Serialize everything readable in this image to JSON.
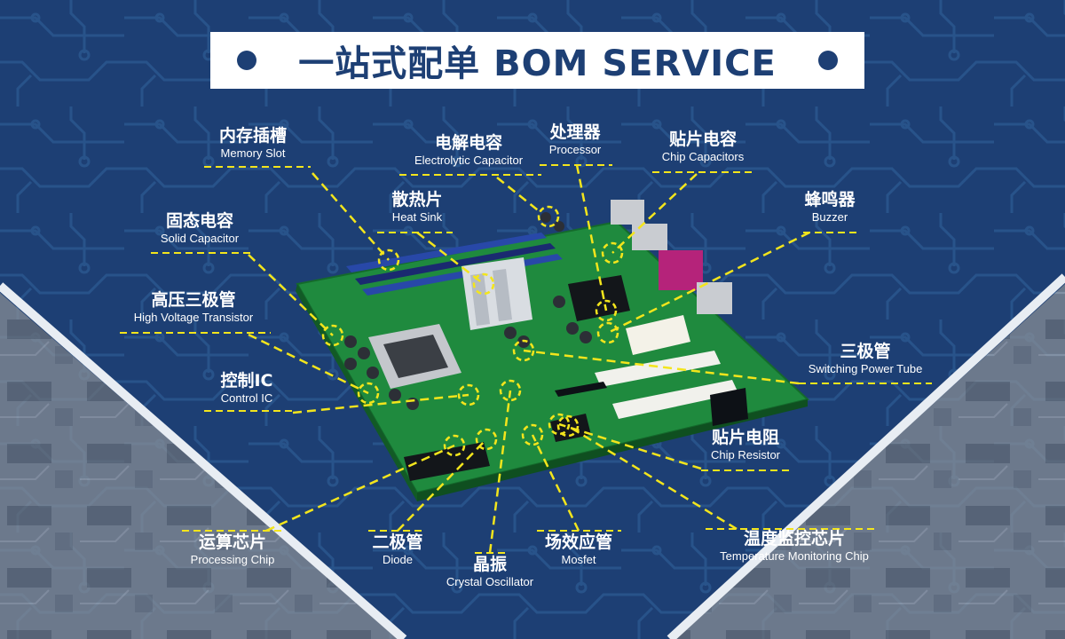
{
  "banner": {
    "title": "一站式配单 BOM SERVICE"
  },
  "colors": {
    "background": "#1d3f74",
    "circuit_trace": "#2d5a93",
    "banner": "#ffffff",
    "board": "#1c8a3c",
    "leader_line": "#f3e51c",
    "label_text": "#ffffff"
  },
  "components": [
    {
      "cn": "内存插槽",
      "en": "Memory Slot"
    },
    {
      "cn": "电解电容",
      "en": "Electrolytic Capacitor"
    },
    {
      "cn": "处理器",
      "en": "Processor"
    },
    {
      "cn": "贴片电容",
      "en": "Chip Capacitors"
    },
    {
      "cn": "散热片",
      "en": "Heat Sink"
    },
    {
      "cn": "蜂鸣器",
      "en": "Buzzer"
    },
    {
      "cn": "固态电容",
      "en": "Solid Capacitor"
    },
    {
      "cn": "高压三极管",
      "en": "High Voltage Transistor"
    },
    {
      "cn": "三极管",
      "en": "Switching Power Tube"
    },
    {
      "cn": "控制IC",
      "en": "Control IC"
    },
    {
      "cn": "贴片电阻",
      "en": "Chip Resistor"
    },
    {
      "cn": "运算芯片",
      "en": "Processing Chip"
    },
    {
      "cn": "二极管",
      "en": "Diode"
    },
    {
      "cn": "场效应管",
      "en": "Mosfet"
    },
    {
      "cn": "温度监控芯片",
      "en": "Temperature Monitoring Chip"
    },
    {
      "cn": "晶振",
      "en": "Crystal Oscillator"
    }
  ]
}
